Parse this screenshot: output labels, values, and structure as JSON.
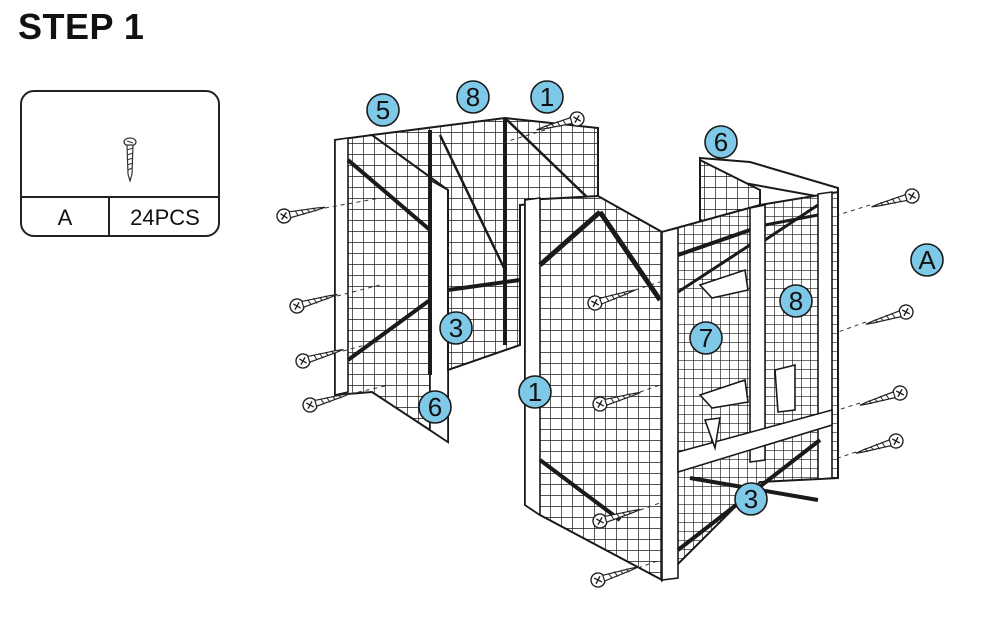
{
  "header": {
    "title": "STEP 1"
  },
  "parts": {
    "letter": "A",
    "quantity": "24PCS",
    "icon": "screw-icon"
  },
  "callouts": {
    "c5": "5",
    "c8_top": "8",
    "c1_top": "1",
    "c6_top": "6",
    "cA": "A",
    "c3_left": "3",
    "c8_right": "8",
    "c7": "7",
    "c1_mid": "1",
    "c6_bottom": "6",
    "c3_bottom": "3"
  },
  "colors": {
    "callout_fill": "#7ec8e8",
    "line": "#1a1a1a"
  }
}
